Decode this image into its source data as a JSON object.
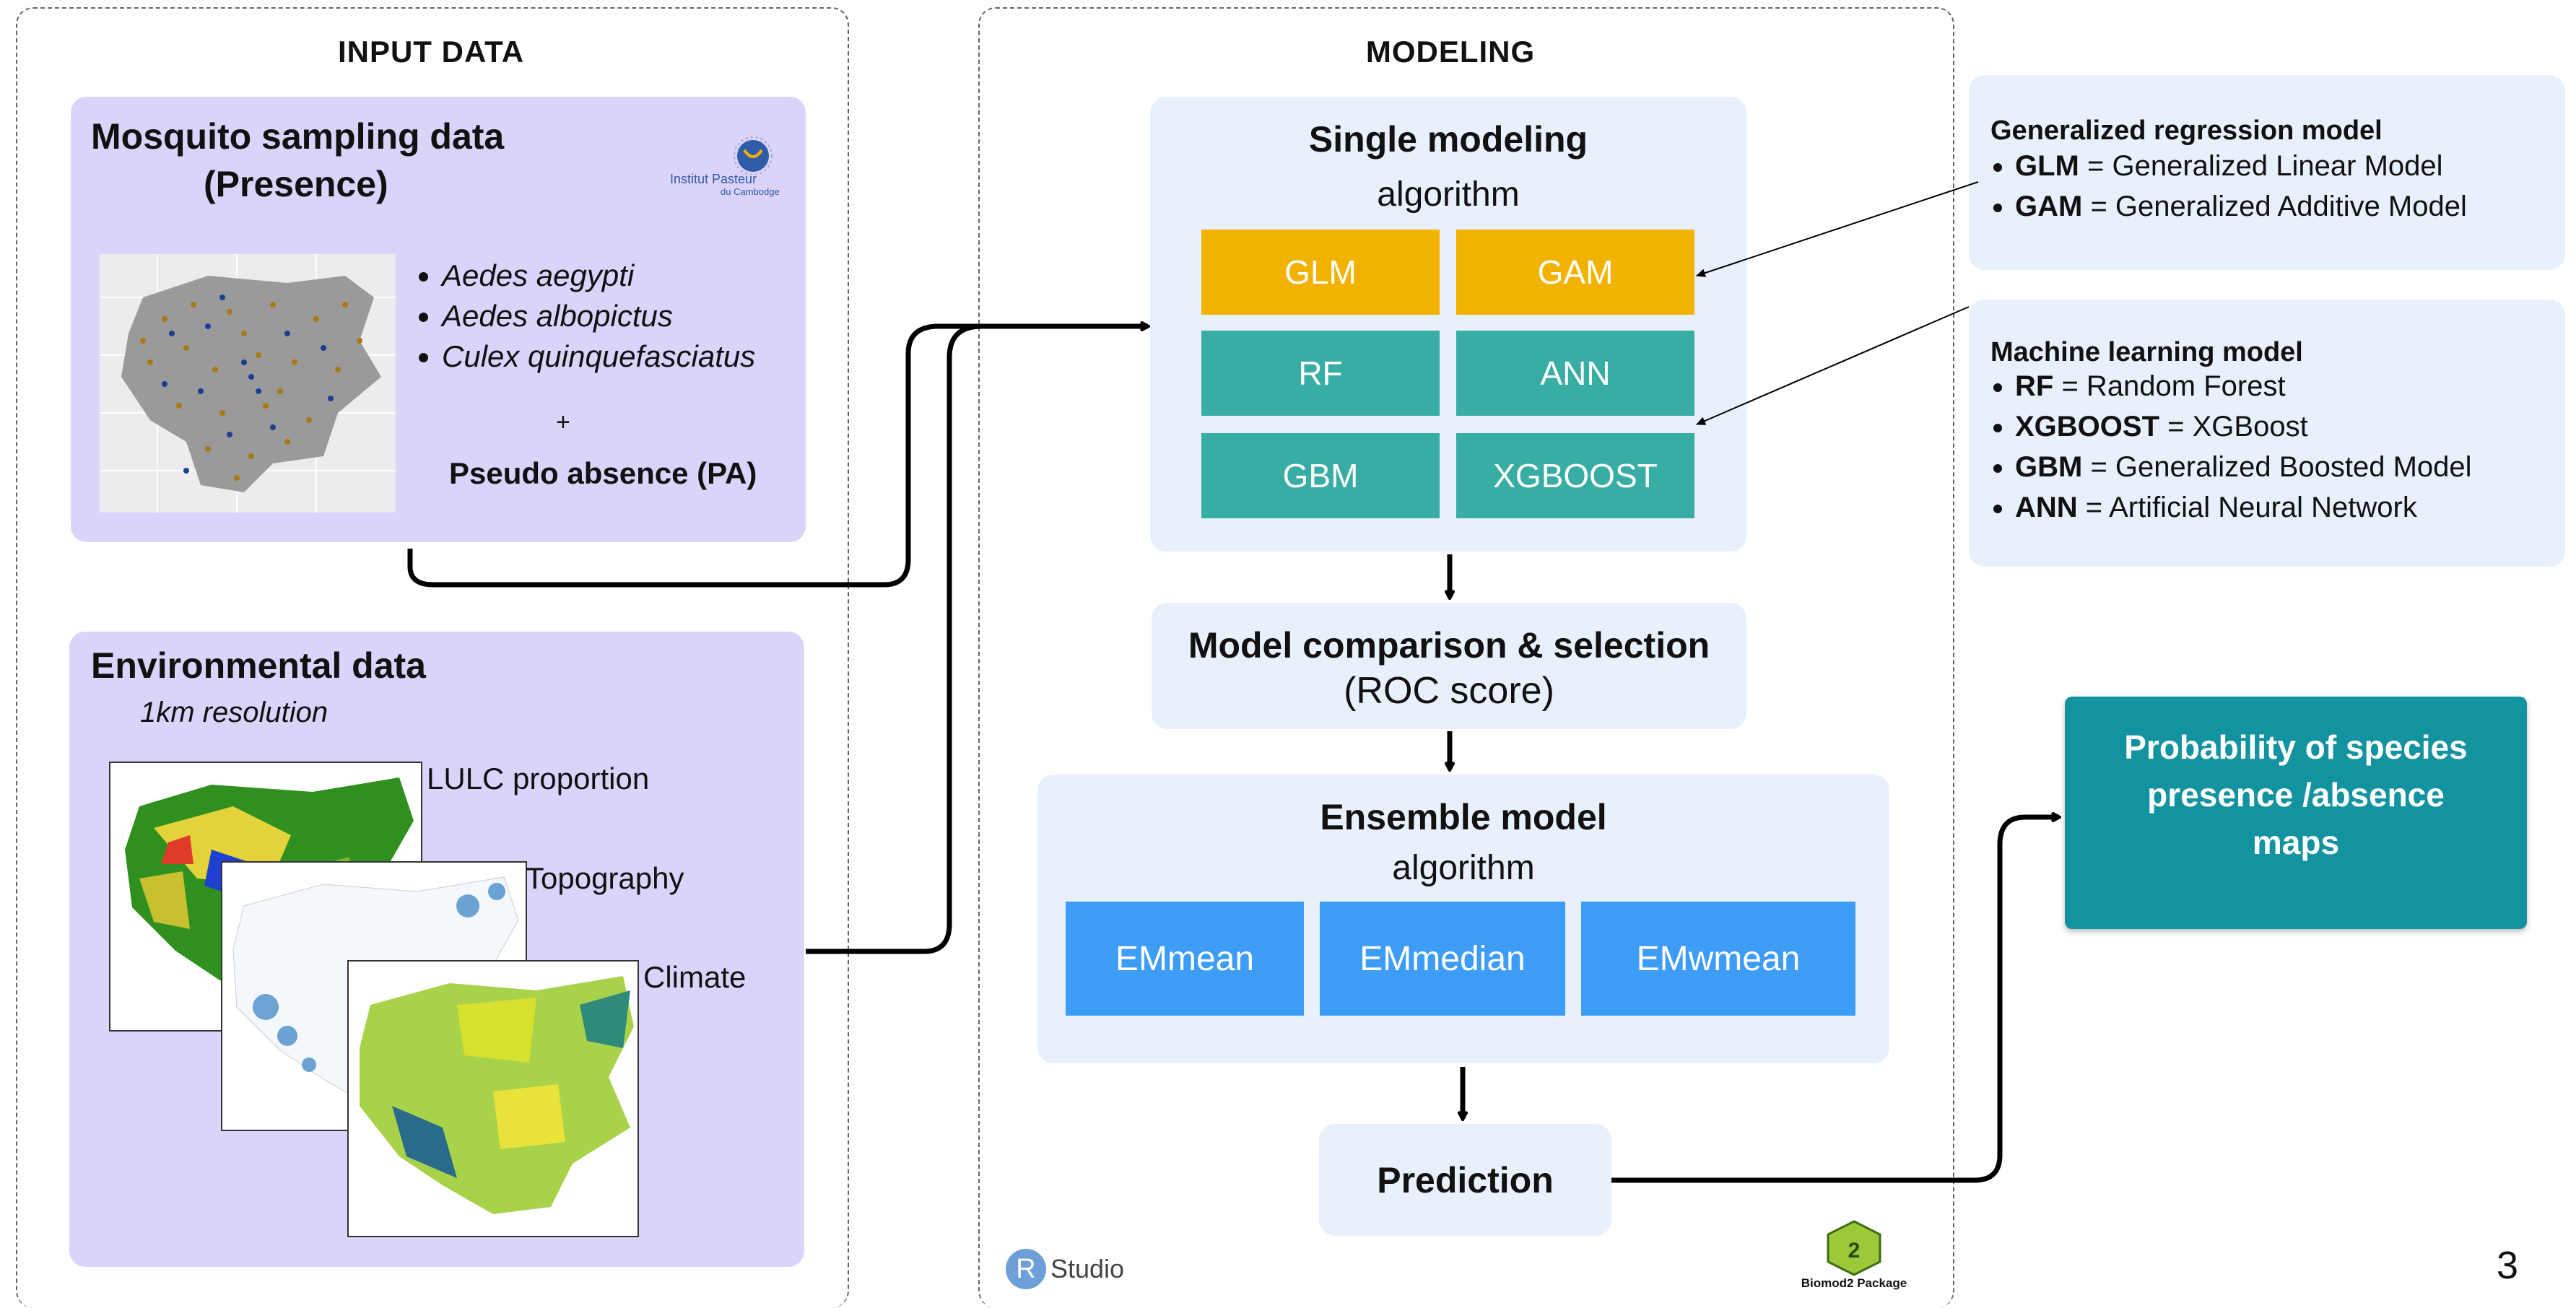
{
  "sections": {
    "input_title": "INPUT DATA",
    "modeling_title": "MODELING"
  },
  "mosquito": {
    "title_line1": "Mosquito sampling data",
    "title_line2": "(Presence)",
    "logo_text1": "Institut Pasteur",
    "logo_text2": "du Cambodge",
    "species": [
      "Aedes aegypti",
      "Aedes albopictus",
      "Culex quinquefasciatus"
    ],
    "plus": "+",
    "pseudo": "Pseudo absence (PA)"
  },
  "environment": {
    "title": "Environmental data",
    "resolution": "1km resolution",
    "layers": [
      "LULC proportion",
      "Topography",
      "Climate"
    ]
  },
  "single": {
    "title": "Single modeling",
    "subtitle": "algorithm",
    "algos": [
      "GLM",
      "GAM",
      "RF",
      "ANN",
      "GBM",
      "XGBOOST"
    ]
  },
  "comparison": {
    "title": "Model comparison & selection",
    "subtitle": "(ROC score)"
  },
  "ensemble": {
    "title": "Ensemble model",
    "subtitle": "algorithm",
    "algos": [
      "EMmean",
      "EMmedian",
      "EMwmean"
    ]
  },
  "prediction": {
    "label": "Prediction"
  },
  "output": {
    "label": "Probability of species presence /absence maps"
  },
  "regression_legend": {
    "title": "Generalized regression model",
    "items": [
      {
        "abbr": "GLM",
        "desc": "= Generalized Linear Model"
      },
      {
        "abbr": "GAM",
        "desc": "= Generalized Additive Model"
      }
    ]
  },
  "ml_legend": {
    "title": "Machine learning model",
    "items": [
      {
        "abbr": "RF",
        "desc": "= Random Forest"
      },
      {
        "abbr": "XGBOOST",
        "desc": "= XGBoost"
      },
      {
        "abbr": "GBM",
        "desc": "= Generalized Boosted Model"
      },
      {
        "abbr": "ANN",
        "desc": "= Artificial Neural Network"
      }
    ]
  },
  "logos": {
    "rstudio_r": "R",
    "rstudio_text": "Studio",
    "biomod_text": "Biomod2 Package"
  },
  "page_number": "3",
  "colors": {
    "purple_box": "#dcd3fb",
    "light_blue_box": "#e8f1fb",
    "orange": "#f2b200",
    "teal": "#38ada4",
    "blue": "#3d9cf5",
    "output_box": "#13939f"
  }
}
